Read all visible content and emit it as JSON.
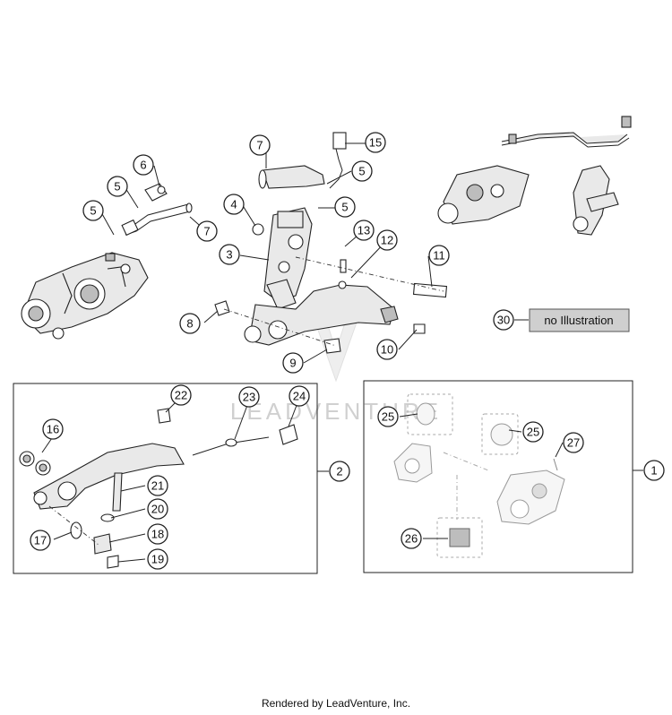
{
  "labels": {
    "l1": "1",
    "l2": "2",
    "l3": "3",
    "l4": "4",
    "l5": "5",
    "l6": "6",
    "l7": "7",
    "l8": "8",
    "l9": "9",
    "l10": "10",
    "l11": "11",
    "l12": "12",
    "l13": "13",
    "l15": "15",
    "l16": "16",
    "l17": "17",
    "l18": "18",
    "l19": "19",
    "l20": "20",
    "l21": "21",
    "l22": "22",
    "l23": "23",
    "l24": "24",
    "l25": "25",
    "l26": "26",
    "l27": "27",
    "l30": "30"
  },
  "no_illustration": "no Illustration",
  "watermark": "LEADVENTURE",
  "footer": "Rendered by LeadVenture, Inc."
}
